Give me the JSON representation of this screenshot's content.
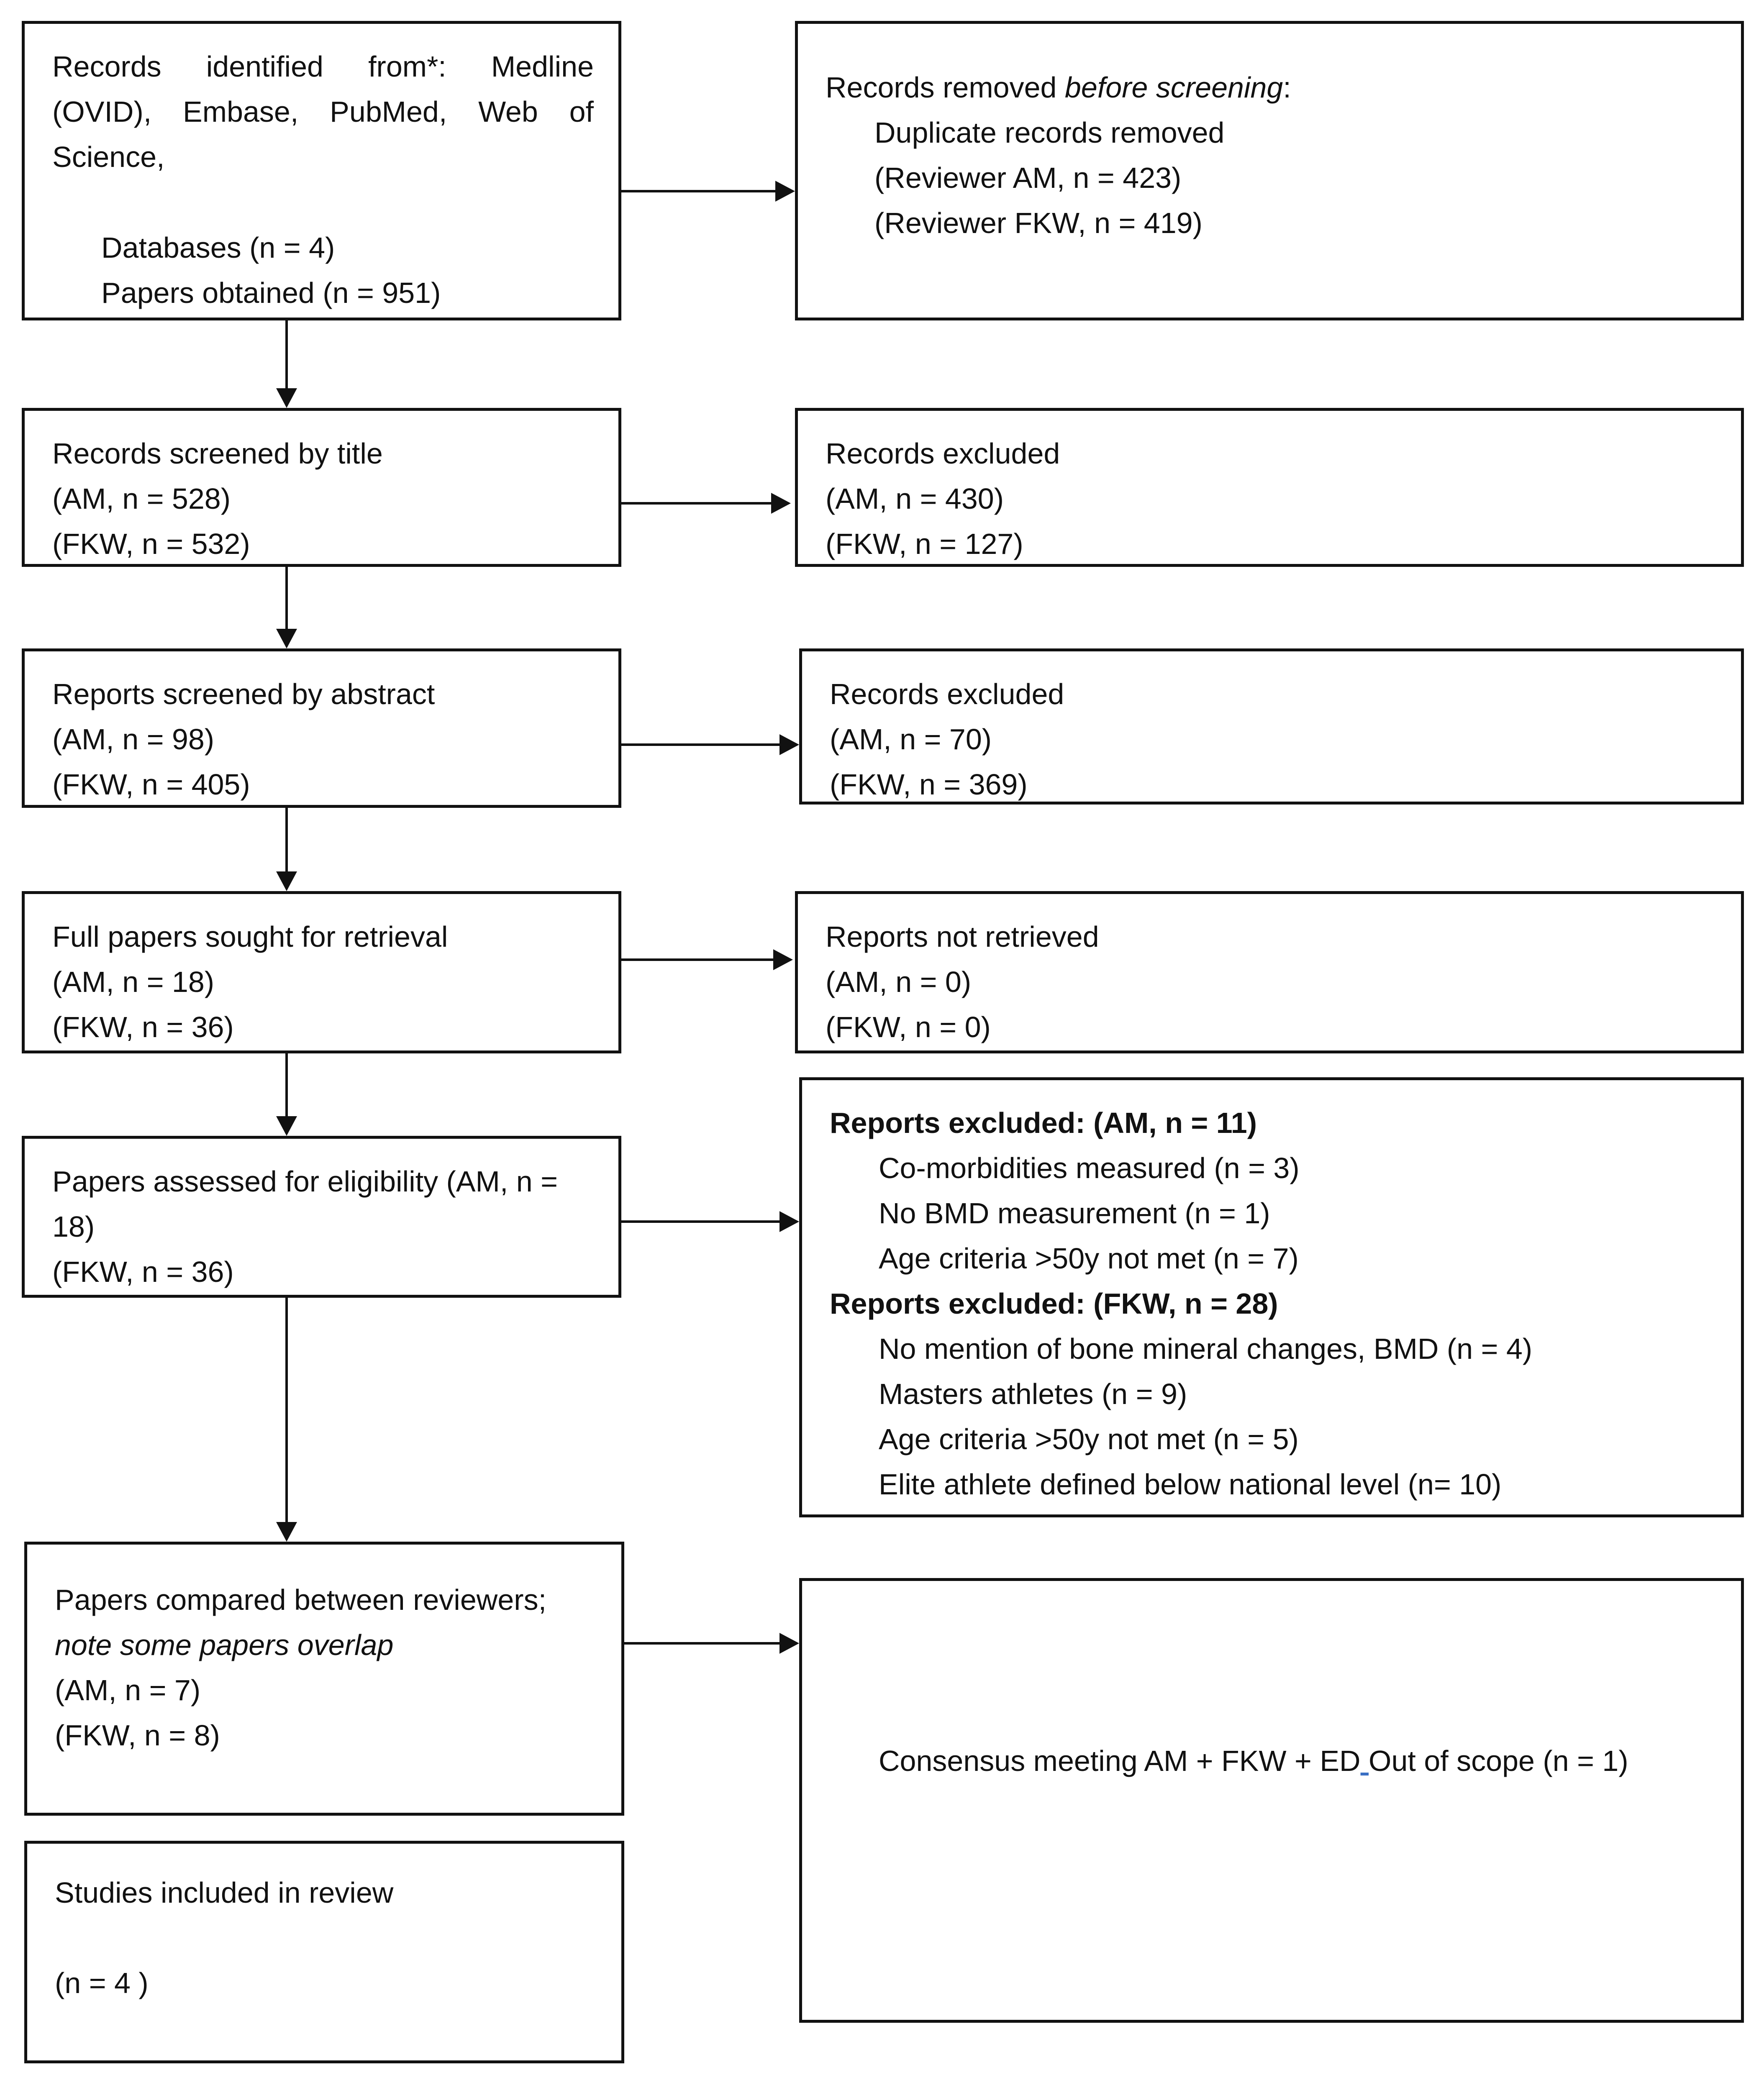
{
  "identification": {
    "left": {
      "intro": [
        "Records",
        "identified",
        "from*:",
        "Medline"
      ],
      "line2": [
        "(OVID),",
        "Embase,",
        "PubMed,",
        "Web",
        "of"
      ],
      "line3": "Science,",
      "databases": "Databases (n = 4)",
      "papers": "Papers obtained (n = 951)"
    },
    "right": {
      "title_prefix": "Records removed ",
      "title_italic": "before screening",
      "title_suffix": ":",
      "line1": "Duplicate records removed",
      "line2": "(Reviewer AM, n = 423)",
      "line3": "(Reviewer FKW, n = 419)"
    }
  },
  "title_screen": {
    "left": [
      "Records screened by title",
      "(AM, n = 528)",
      "(FKW, n = 532)"
    ],
    "right": [
      "Records excluded",
      "(AM, n = 430)",
      "(FKW, n = 127)"
    ]
  },
  "abstract_screen": {
    "left": [
      "Reports screened by abstract",
      "(AM, n = 98)",
      "(FKW, n = 405)"
    ],
    "right": [
      "Records excluded",
      "(AM, n = 70)",
      "(FKW, n = 369)"
    ]
  },
  "retrieval": {
    "left": [
      "Full papers sought for retrieval",
      "(AM, n = 18)",
      "(FKW, n = 36)"
    ],
    "right": [
      "Reports not retrieved",
      "(AM, n = 0)",
      "(FKW, n = 0)"
    ]
  },
  "eligibility": {
    "left": [
      "Papers assessed for eligibility (AM, n =",
      "18)",
      "(FKW, n = 36)"
    ],
    "right": {
      "am_heading": "Reports excluded: (AM, n = 11)",
      "am_items": [
        "Co-morbidities measured (n = 3)",
        "No BMD measurement (n = 1)",
        "Age criteria >50y not met (n = 7)"
      ],
      "fkw_heading": "Reports excluded: (FKW, n = 28)",
      "fkw_items": [
        "No mention of bone mineral changes, BMD (n = 4)",
        "Masters athletes (n = 9)",
        "Age criteria >50y not met (n = 5)",
        "Elite athlete defined below national level (n= 10)"
      ]
    }
  },
  "comparison": {
    "left": {
      "line1": "Papers compared between reviewers;",
      "line2_italic": "note some papers overlap",
      "line3": "(AM, n = 7)",
      "line4": "(FKW, n = 8)"
    },
    "right": {
      "before_mark": "Consensus meeting AM + FKW + ED",
      "mark": " ",
      "after_mark": "Out of scope (n = 1)"
    }
  },
  "included": {
    "title": "Studies included in review",
    "count": "(n = 4 )"
  }
}
